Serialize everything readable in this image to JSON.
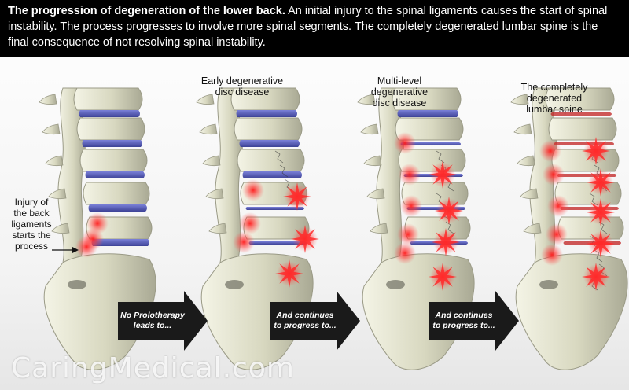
{
  "header": {
    "title_bold": "The progression of degeneration of the lower back.",
    "title_rest": " An initial injury to the spinal ligaments causes the start of spinal instability. The process progresses to involve more spinal segments. The completely degenerated lumbar spine is the final consequence of not resolving spinal instability."
  },
  "stages": [
    {
      "label_lines": [
        "Early degenerative",
        "disc disease"
      ]
    },
    {
      "label_lines": [
        "Multi-level",
        "degenerative",
        "disc disease"
      ]
    },
    {
      "label_lines": [
        "The completely",
        "degenerated",
        "lumbar spine"
      ]
    }
  ],
  "injury_label_lines": [
    "Injury of",
    "the back",
    "ligaments",
    "starts the",
    "process"
  ],
  "arrows": [
    {
      "lines": [
        "No Prolotherapy",
        "leads to..."
      ]
    },
    {
      "lines": [
        "And continues",
        "to progress to..."
      ]
    },
    {
      "lines": [
        "And continues",
        "to progress to..."
      ]
    }
  ],
  "watermark": "CaringMedical.com",
  "colors": {
    "bone": "#dcdcc4",
    "bone_shadow": "#9a9a86",
    "disc": "#5a60b8",
    "inflammation": "#ff2a2a",
    "header_bg": "#000000",
    "arrow": "#1a1a1a"
  }
}
